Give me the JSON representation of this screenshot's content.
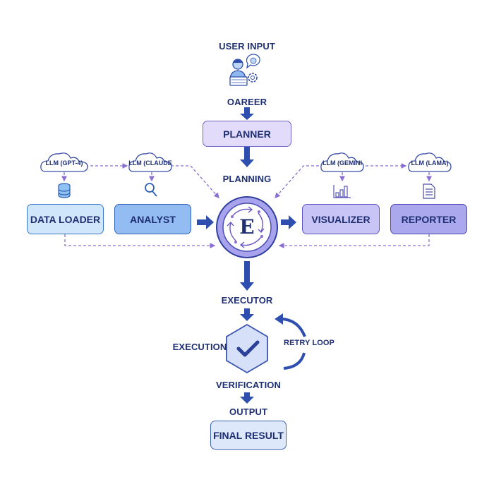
{
  "diagram": {
    "top": {
      "user_input_label": "USER INPUT",
      "user_icon": "user-with-laptop-icon",
      "career_label": "OAREER",
      "planner_label": "PLANNER",
      "planning_label": "PLANNING"
    },
    "agents": [
      {
        "label": "DATA LOADER",
        "llm": "LLM (GPT-4)",
        "icon": "database-icon",
        "fill": "#cfe6fb",
        "border": "#3a78c8"
      },
      {
        "label": "ANALYST",
        "llm": "LLM (CLAUDE",
        "icon": "magnifier-icon",
        "fill": "#93bdf2",
        "border": "#2f62b8"
      },
      {
        "label": "VISUALIZER",
        "llm": "LLM (GEMINI",
        "icon": "bar-chart-icon",
        "fill": "#c9c4f6",
        "border": "#5b54c4"
      },
      {
        "label": "REPORTER",
        "llm": "LLM (LAMA)",
        "icon": "document-icon",
        "fill": "#aba8ee",
        "border": "#4b45b8"
      }
    ],
    "hub": {
      "letter": "E",
      "icon": "cycle-arrows-icon"
    },
    "bottom": {
      "executor_label": "EXECUTOR",
      "execution_label": "EXECUTION",
      "check_icon": "checkmark-icon",
      "retry_label": "RETRY LOOP",
      "verification_label": "VERIFICATION",
      "output_label": "OUTPUT",
      "final_label": "FINAL RESULT"
    },
    "colors": {
      "arrow": "#2f4fb0",
      "dashed": "#8a6fd0",
      "text": "#1f2f73",
      "planner_fill": "#e2dcfa",
      "planner_border": "#6f63c8",
      "final_fill": "#dde8fb",
      "final_border": "#3e62b4"
    }
  }
}
